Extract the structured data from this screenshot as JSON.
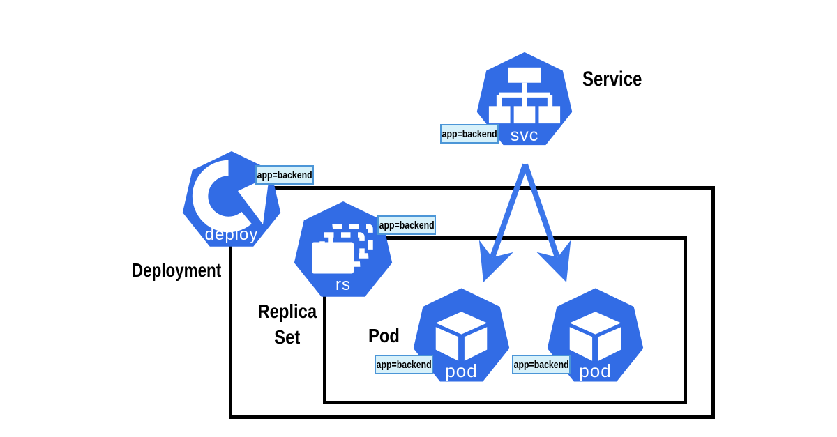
{
  "diagram": {
    "type": "kubernetes-resource-diagram",
    "titles": {
      "service": "Service",
      "deployment": "Deployment",
      "replica_line1": "Replica",
      "replica_line2": "Set",
      "pod": "Pod"
    },
    "node_labels": {
      "svc": "svc",
      "deploy": "deploy",
      "rs": "rs",
      "pod1": "pod",
      "pod2": "pod"
    },
    "selector_labels": {
      "svc": "app=backend",
      "deploy": "app=backend",
      "rs": "app=backend",
      "pod1": "app=backend",
      "pod2": "app=backend"
    },
    "relationships": {
      "arrows": [
        "service-to-pod1",
        "service-to-pod2"
      ],
      "containment": [
        "deployment-box contains replicaset-box",
        "replicaset-box contains pod1 and pod2"
      ]
    },
    "colors": {
      "kubernetes_blue": "#326CE5",
      "arrow_blue": "#3B76EA",
      "selector_label_bg": "#D7F1FA",
      "selector_label_border": "#4C96D7",
      "box_border": "#000000",
      "background": "#FFFFFF",
      "title_text": "#000000",
      "node_text": "#FFFFFF"
    }
  }
}
